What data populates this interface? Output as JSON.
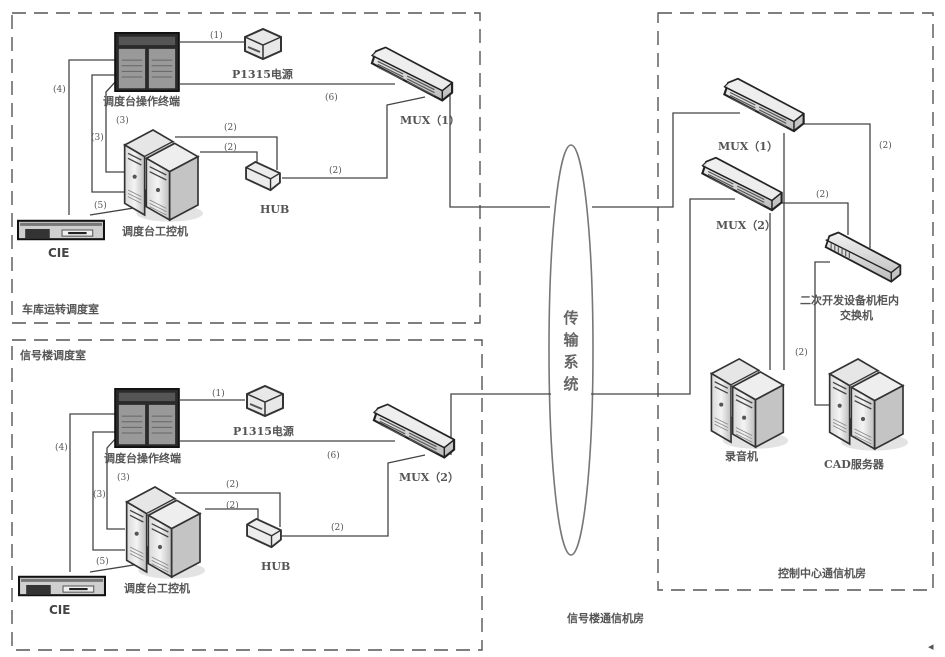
{
  "rooms": {
    "depot_dispatch": "车库运转调度室",
    "signal_dispatch": "信号楼调度室",
    "control_center_comm": "控制中心通信机房",
    "signal_comm": "信号楼通信机房"
  },
  "transport": {
    "chars": [
      "传",
      "输",
      "系",
      "统"
    ]
  },
  "depot": {
    "terminal": "调度台操作终端",
    "power": "P1315电源",
    "ipc": "调度台工控机",
    "hub": "HUB",
    "cie": "CIE",
    "mux": "MUX（1）",
    "links": {
      "l1": "(1)",
      "l2a": "(2)",
      "l2b": "(2)",
      "l2c": "(2)",
      "l3a": "(3)",
      "l3b": "(3)",
      "l4": "(4)",
      "l5": "(5)",
      "l6": "(6)"
    }
  },
  "signal": {
    "terminal": "调度台操作终端",
    "power": "P1315电源",
    "ipc": "调度台工控机",
    "hub": "HUB",
    "cie": "CIE",
    "mux": "MUX（2）",
    "links": {
      "l1": "(1)",
      "l2a": "(2)",
      "l2b": "(2)",
      "l2c": "(2)",
      "l3a": "(3)",
      "l3b": "(3)",
      "l4": "(4)",
      "l5": "(5)",
      "l6": "(6)"
    }
  },
  "center": {
    "mux1": "MUX（1）",
    "mux2": "MUX（2）",
    "switch_line1": "二次开发设备机柜内",
    "switch_line2": "交换机",
    "recorder": "录音机",
    "cad": "CAD服务器",
    "links": {
      "mux1_switch": "(2)",
      "mux2_switch": "(2)",
      "switch_cad": "(2)"
    }
  },
  "corner_mark": "◂"
}
